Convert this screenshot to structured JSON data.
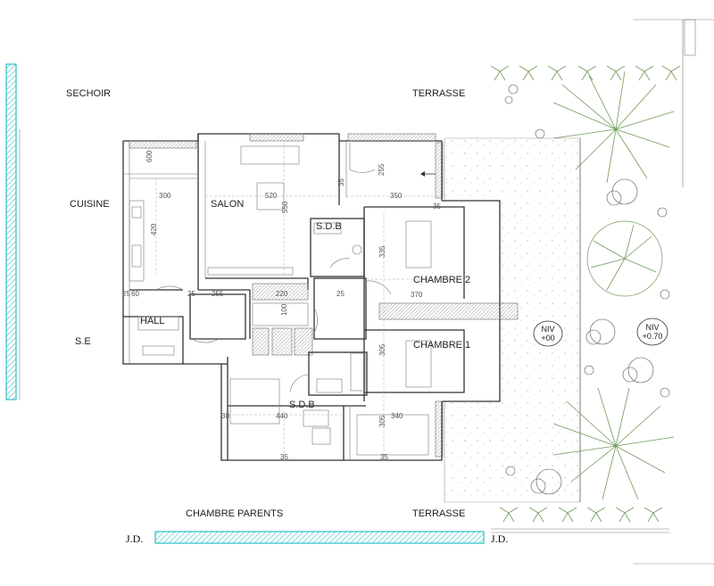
{
  "rooms": {
    "sechoir": "SECHOIR",
    "terrasse_top": "TERRASSE",
    "cuisine": "CUISINE",
    "salon": "SALON",
    "sdb_top": "S.D.B",
    "chambre2": "CHAMBRE 2",
    "hall": "HALL",
    "se": "S.E",
    "chambre1": "CHAMBRE 1",
    "sdb_bottom": "S.D.B",
    "chambre_parents": "CHAMBRE PARENTS",
    "terrasse_bottom": "TERRASSE"
  },
  "levels": {
    "niv_left_line1": "NIV",
    "niv_left_line2": "+00",
    "niv_right_line1": "NIV",
    "niv_right_line2": "+0.70"
  },
  "jd": {
    "left": "J.D.",
    "right": "J.D."
  },
  "dimensions": {
    "d600": "600",
    "d300": "300",
    "d520": "520",
    "d550": "550",
    "d255_top": "255",
    "d350": "350",
    "d35_a": "35",
    "d420": "420",
    "d335": "335",
    "d370": "370",
    "d25_a": "25",
    "d60": "60",
    "d25_b": "25",
    "d255_hall": "255",
    "d220": "220",
    "d25_c": "25",
    "d100": "100",
    "d305_a": "305",
    "d305_b": "305",
    "d340": "340",
    "d440": "440",
    "d30": "30",
    "d35_b": "35",
    "d35_c": "35",
    "d35_d": "35"
  }
}
